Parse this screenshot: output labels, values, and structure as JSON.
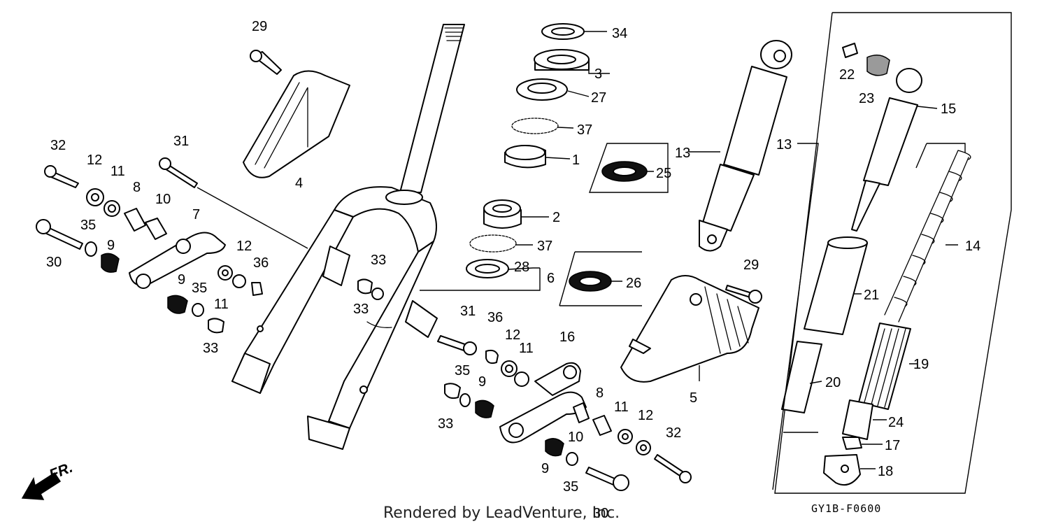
{
  "diagram": {
    "callouts": [
      "29",
      "34",
      "3",
      "27",
      "37",
      "1",
      "25",
      "13",
      "13",
      "22",
      "23",
      "15",
      "4",
      "32",
      "12",
      "11",
      "31",
      "8",
      "10",
      "7",
      "2",
      "37",
      "14",
      "35",
      "9",
      "30",
      "12",
      "36",
      "33",
      "28",
      "6",
      "26",
      "29",
      "21",
      "9",
      "35",
      "11",
      "33",
      "33",
      "31",
      "36",
      "12",
      "11",
      "16",
      "35",
      "9",
      "19",
      "20",
      "5",
      "33",
      "8",
      "11",
      "12",
      "24",
      "17",
      "32",
      "10",
      "9",
      "35",
      "30",
      "18"
    ],
    "footer_text": "Rendered by LeadVenture, Inc.",
    "drawing_code": "GY1B-F0600",
    "direction_label": "FR."
  }
}
